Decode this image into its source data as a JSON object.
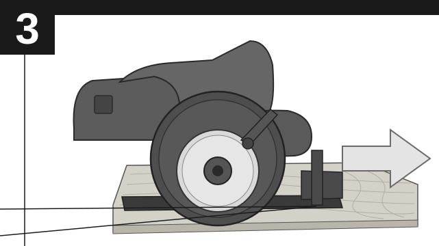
{
  "step": {
    "number": "3"
  },
  "illustration": {
    "subject": "circular-saw",
    "direction_arrow": "right-arrow",
    "colors": {
      "frame": "#1a1a1a",
      "saw_body": "#5a5a5a",
      "saw_dark": "#3c3c3c",
      "wood": "#d2cfc6",
      "arrow_fill": "#e3e3e3"
    }
  }
}
